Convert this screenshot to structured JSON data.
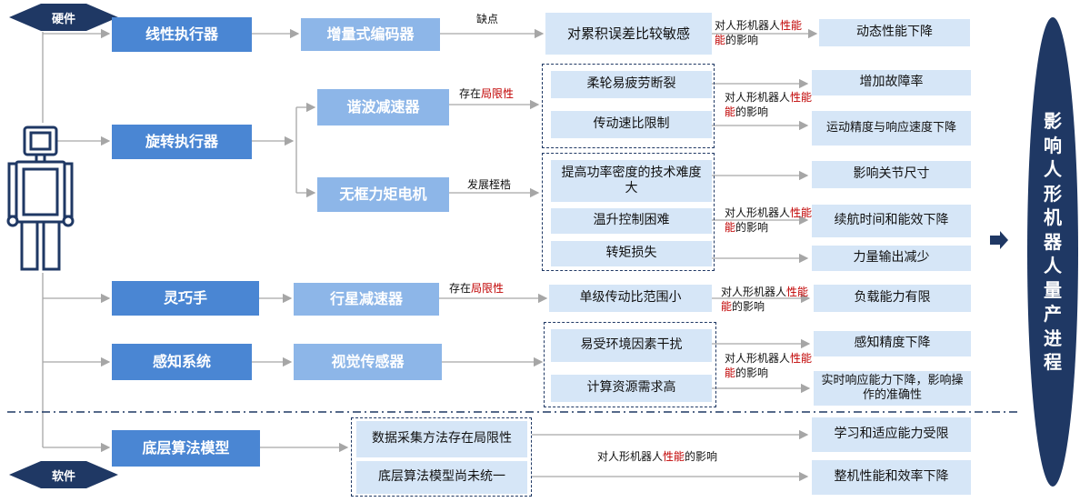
{
  "tags": {
    "hardware": "硬件",
    "software": "软件"
  },
  "level1": {
    "linear_actuator": "线性执行器",
    "rotary_actuator": "旋转执行器",
    "dexterous_hand": "灵巧手",
    "perception": "感知系统",
    "algorithm": "底层算法模型"
  },
  "level2": {
    "encoder": "增量式编码器",
    "harmonic": "谐波减速器",
    "frameless": "无框力矩电机",
    "planetary": "行星减速器",
    "vision": "视觉传感器"
  },
  "edge_labels": {
    "defect": "缺点",
    "limit_prefix": "存在",
    "limit_red": "局限性",
    "bottleneck": "发展桎梏",
    "planetary_prefix": "存在",
    "planetary_red": "局限性"
  },
  "level3": {
    "accum_error": "对累积误差比较敏感",
    "fatigue": "柔轮易疲劳断裂",
    "ratio_limit": "传动速比限制",
    "power_density": "提高功率密度的技术难度大",
    "temp_control": "温升控制困难",
    "torque_loss": "转矩损失",
    "single_stage": "单级传动比范围小",
    "env_interference": "易受环境因素干扰",
    "compute_demand": "计算资源需求高",
    "data_method": "数据采集方法存在局限性",
    "algo_model": "底层算法模型尚未统一"
  },
  "impact_label": {
    "part1": "对人形机器人",
    "red": "性能",
    "part2": "的影响"
  },
  "impact_label_wide": {
    "part1": "对人形机器人",
    "red": "性能",
    "part2": "的影响"
  },
  "results": {
    "dyn_perf": "动态性能下降",
    "fault_rate": "增加故障率",
    "motion_precision": "运动精度与响应速度下降",
    "joint_size": "影响关节尺寸",
    "endurance": "续航时间和能效下降",
    "force_output": "力量输出减少",
    "load_capacity": "负载能力有限",
    "perception_precision": "感知精度下降",
    "realtime": "实时响应能力下降，影响操作的准确性",
    "learning": "学习和适应能力受限",
    "overall": "整机性能和效率下降"
  },
  "final": {
    "chars": [
      "影",
      "响",
      "人",
      "形",
      "机",
      "器",
      "人",
      "量",
      "产",
      "进",
      "程"
    ]
  },
  "colors": {
    "dark": "#4a86d3",
    "mid": "#8db6e8",
    "light": "#d6e6f7",
    "navy": "#1f3864",
    "red": "#c00000"
  }
}
